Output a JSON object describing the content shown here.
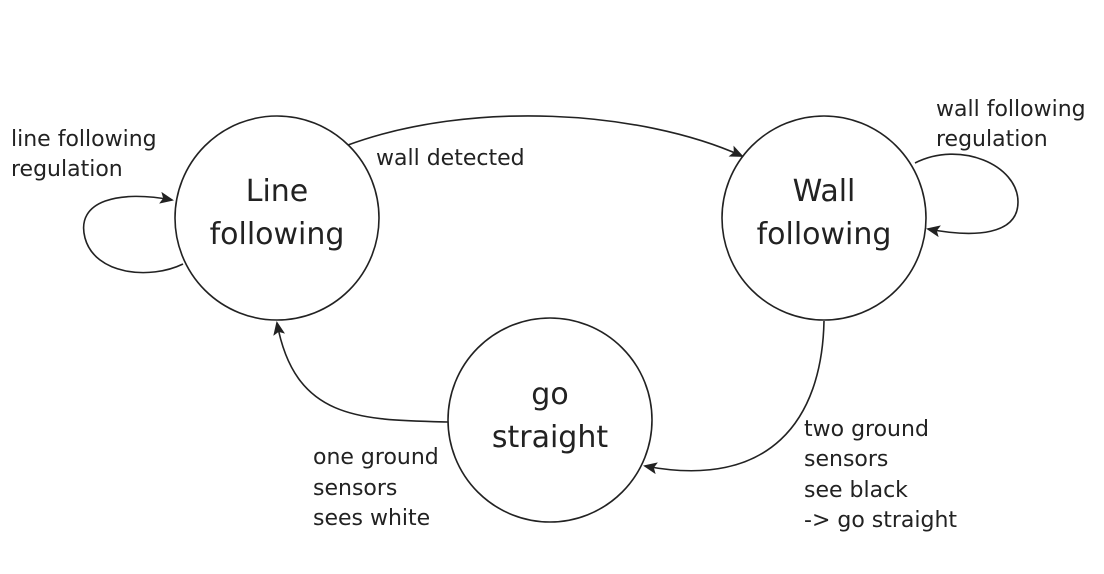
{
  "diagram": {
    "states": [
      {
        "id": "line-following",
        "lines": [
          "Line",
          "following"
        ]
      },
      {
        "id": "wall-following",
        "lines": [
          "Wall",
          "following"
        ]
      },
      {
        "id": "go-straight",
        "lines": [
          "go",
          "straight"
        ]
      }
    ],
    "transitions": [
      {
        "id": "self-line",
        "from": "line-following",
        "to": "line-following",
        "lines": [
          "line following",
          "regulation"
        ]
      },
      {
        "id": "line-to-wall",
        "from": "line-following",
        "to": "wall-following",
        "lines": [
          "wall detected"
        ]
      },
      {
        "id": "self-wall",
        "from": "wall-following",
        "to": "wall-following",
        "lines": [
          "wall following",
          "regulation"
        ]
      },
      {
        "id": "wall-to-straight",
        "from": "wall-following",
        "to": "go-straight",
        "lines": [
          "two ground",
          "sensors",
          "see black",
          "-> go straight"
        ]
      },
      {
        "id": "straight-to-line",
        "from": "go-straight",
        "to": "line-following",
        "lines": [
          "one ground",
          "sensors",
          "sees white"
        ]
      }
    ]
  }
}
